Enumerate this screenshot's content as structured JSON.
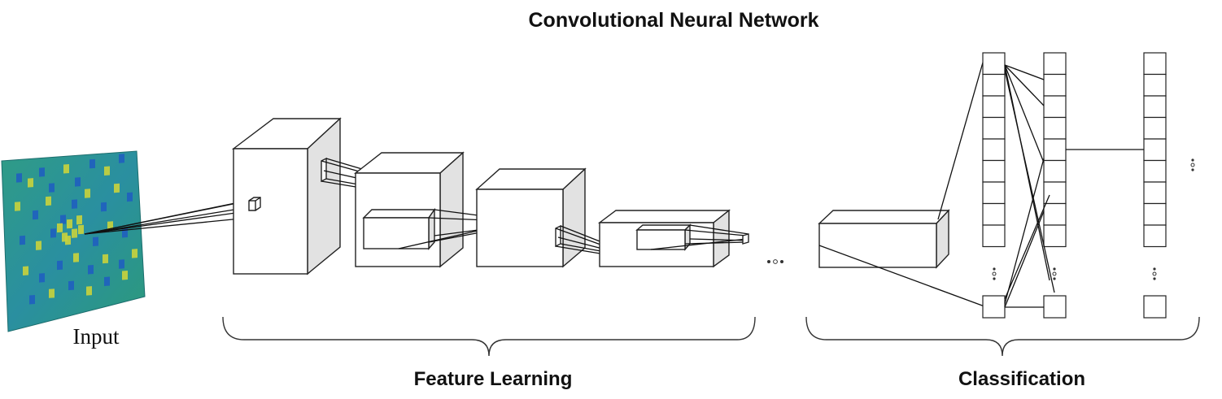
{
  "title": "Convolutional Neural Network",
  "input_label": "Input",
  "sections": {
    "feature_learning": "Feature Learning",
    "classification": "Classification"
  },
  "colors": {
    "heatmap_base": "#2a9d8f",
    "heatmap_blue": "#1f5fbf",
    "heatmap_yellow": "#c9d33c",
    "side_face": "#e2e2e2"
  }
}
